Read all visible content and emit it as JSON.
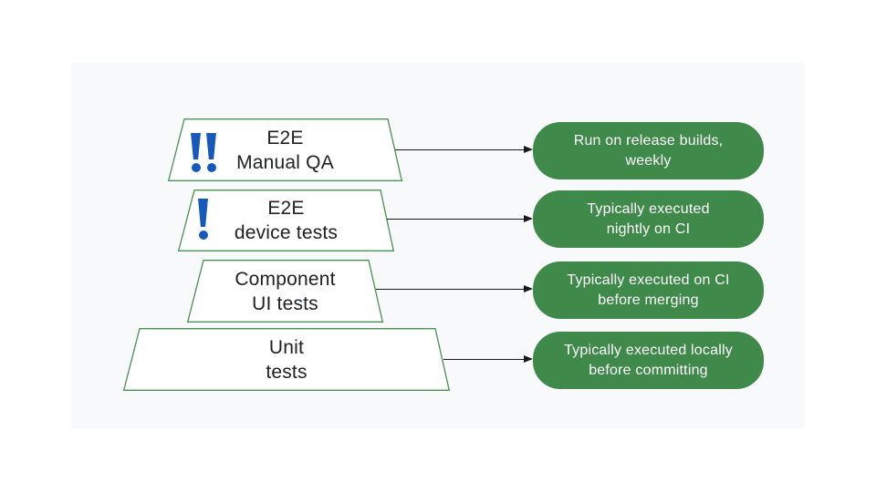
{
  "colors": {
    "panel_bg": "#f8f9fa",
    "note_green": "#3f8a4a",
    "trapezoid_border_green": "#4a9154",
    "trapezoid_fill": "#ffffff",
    "exclamation_blue": "#1859b8",
    "label_text": "#202124",
    "note_text": "#ffffff",
    "arrow": "#1a1a1a"
  },
  "diagram": {
    "layers": [
      {
        "id": "e2e-manual-qa",
        "label_line1": "E2E",
        "label_line2": "Manual QA",
        "icon": "double-exclamation-icon",
        "note_line1": "Run on release builds,",
        "note_line2": "weekly"
      },
      {
        "id": "e2e-device-tests",
        "label_line1": "E2E",
        "label_line2": "device tests",
        "icon": "exclamation-icon",
        "note_line1": "Typically executed",
        "note_line2": "nightly on CI"
      },
      {
        "id": "component-ui-tests",
        "label_line1": "Component",
        "label_line2": "UI tests",
        "icon": null,
        "note_line1": "Typically executed on CI",
        "note_line2": "before merging"
      },
      {
        "id": "unit-tests",
        "label_line1": "Unit",
        "label_line2": "tests",
        "icon": null,
        "note_line1": "Typically executed locally",
        "note_line2": "before committing"
      }
    ]
  }
}
